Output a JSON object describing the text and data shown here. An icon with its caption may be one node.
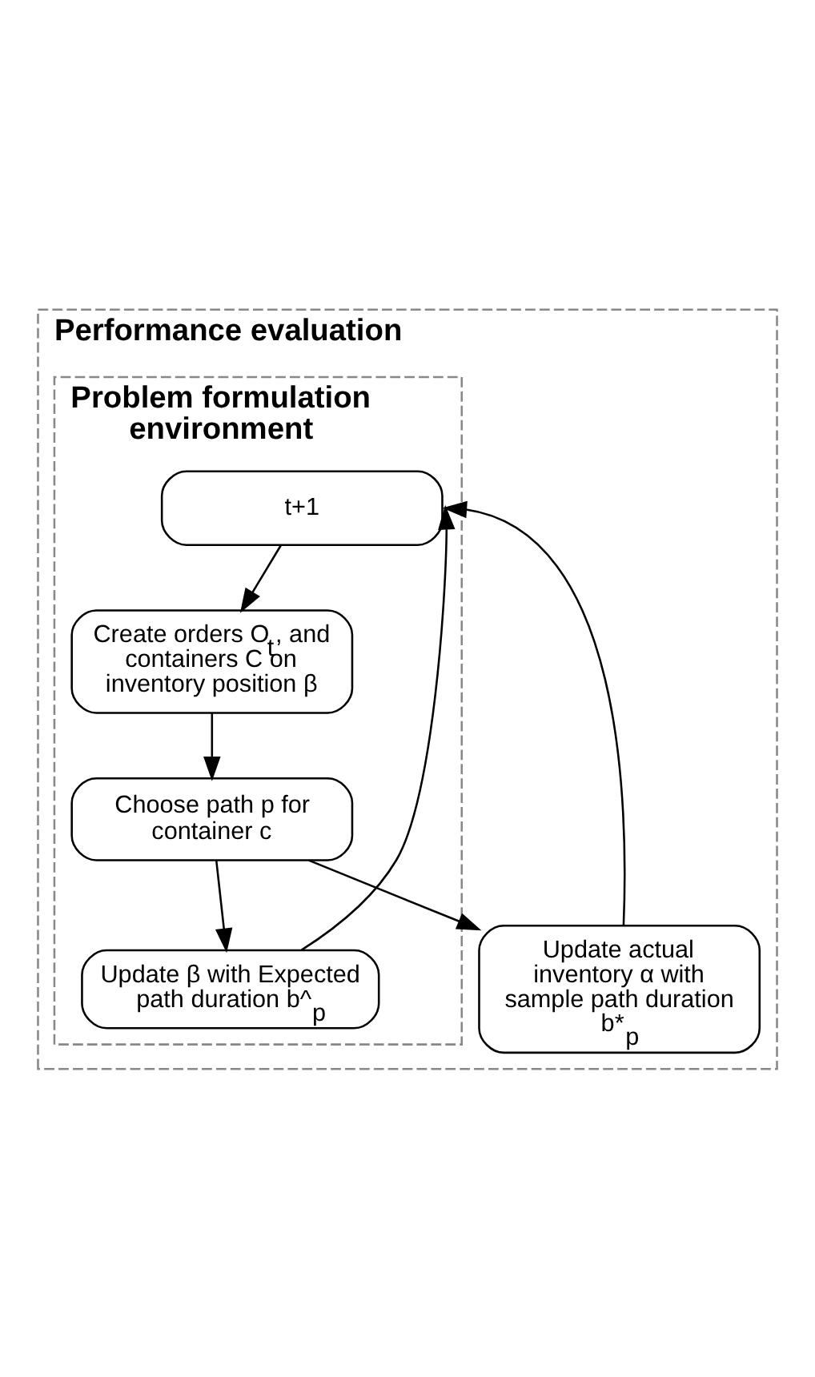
{
  "diagram": {
    "nodes": [
      {
        "text": [
          "Performance evaluation"
        ]
      },
      {
        "text": [
          "Problem formulation environment"
        ],
        "in": 0
      },
      {
        "text": [
          "t+1"
        ],
        "in": 1
      },
      {
        "text": [
          "Create orders O$_{t}$, and containers C on inventory position β"
        ],
        "in": 1
      },
      {
        "text": [
          "Choose path p for container c"
        ],
        "in": 1
      },
      {
        "text": [
          "Update β with Expected path duration b^$_{p}$"
        ],
        "in": 1
      },
      {
        "text": [
          "Update actual inventory α with sample path duration b*$_{p}$"
        ],
        "in": 0
      }
    ],
    "edges": [
      {
        "from": 2,
        "to": 3,
        "arrow": "to"
      },
      {
        "from": 3,
        "to": 4,
        "arrow": "to"
      },
      {
        "from": 4,
        "to": 5,
        "arrow": "to"
      },
      {
        "from": 4,
        "to": 6,
        "arrow": "to"
      },
      {
        "from": 5,
        "to": 2,
        "arrow": "to"
      },
      {
        "from": 6,
        "to": 2,
        "arrow": "to"
      }
    ]
  }
}
